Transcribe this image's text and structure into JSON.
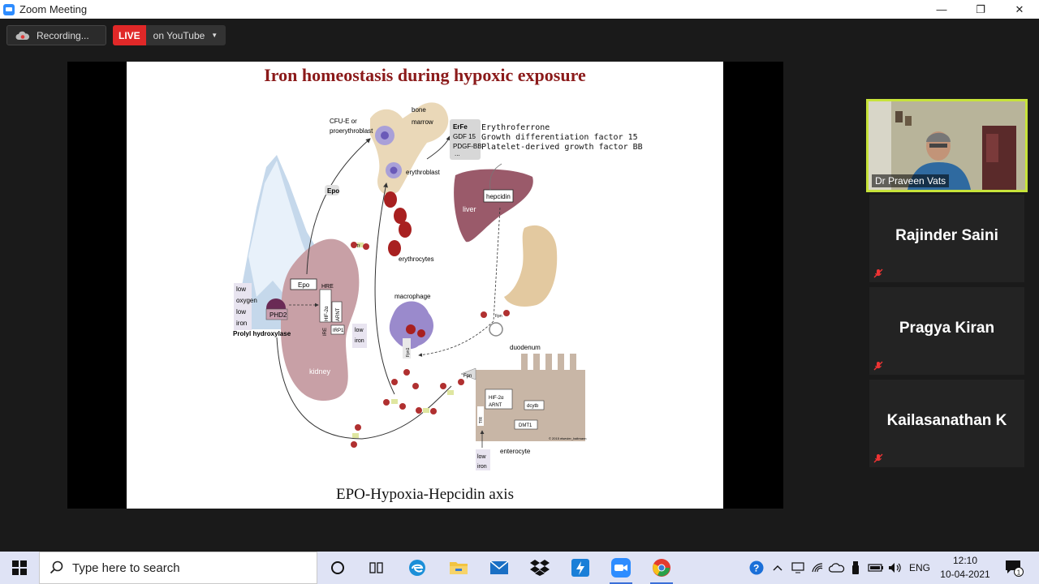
{
  "window": {
    "title": "Zoom Meeting"
  },
  "top_bar": {
    "recording_label": "Recording...",
    "live_badge": "LIVE",
    "live_destination": "on YouTube"
  },
  "slide": {
    "title": "Iron homeostasis during hypoxic exposure",
    "caption": "EPO-Hypoxia-Hepcidin axis",
    "diagram_labels": {
      "cfue": "CFU-E or",
      "proerythroblast": "proerythroblast",
      "bone": "bone",
      "marrow": "marrow",
      "erythroblast": "erythroblast",
      "erythrocytes": "erythrocytes",
      "epo_top": "Epo",
      "epo_kidney": "Epo",
      "hre": "HRE",
      "hif": "HIF-2α",
      "arnt": "ARNT",
      "irp1": "IRP1",
      "ire": "IRE",
      "phd2": "PHD2",
      "prolyl": "Prolyl hydroxylase",
      "low_oxygen_1": "low",
      "low_oxygen_2": "oxygen",
      "low_iron_1": "low",
      "low_iron_2": "iron",
      "low_iron_k1": "low",
      "low_iron_k2": "iron",
      "kidney": "kidney",
      "macrophage": "macrophage",
      "fpn1": "Fpn1",
      "fpn": "Fpn",
      "fpn2": "Fpn",
      "liver": "liver",
      "hepcidin": "hepcidin",
      "duodenum": "duodenum",
      "erfe": "ErFe",
      "gdf15": "GDF 15",
      "pdgfbb": "PDGF-BB",
      "dots": "...",
      "hif_e": "HIF-2α",
      "arnt_e": "ARNT",
      "dcytb": "dcytb",
      "dmt1": "DMT1",
      "tfr": "TfR",
      "enterocyte": "enterocyte",
      "low_e1": "low",
      "low_e2": "iron",
      "copyright": "© 2015 elsevier_haltmann",
      "tf": "Tf"
    },
    "legend": [
      "Erythroferrone",
      "Growth differentiation factor 15",
      "Platelet-derived growth factor BB"
    ]
  },
  "participants": [
    {
      "name": "Dr Praveen Vats",
      "video": true
    },
    {
      "name": "Rajinder Saini",
      "muted": true
    },
    {
      "name": "Pragya Kiran",
      "muted": true
    },
    {
      "name": "Kailasanathan K",
      "muted": true
    }
  ],
  "taskbar": {
    "search_placeholder": "Type here to search",
    "language": "ENG",
    "time": "12:10",
    "date": "10-04-2021",
    "notification_count": "1"
  },
  "colors": {
    "zoom_blue": "#2d8cff",
    "live_red": "#e02828",
    "active_speaker_border": "#c7e33a",
    "slide_title": "#8b1a1a",
    "taskbar_bg": "#dfe3f5"
  }
}
